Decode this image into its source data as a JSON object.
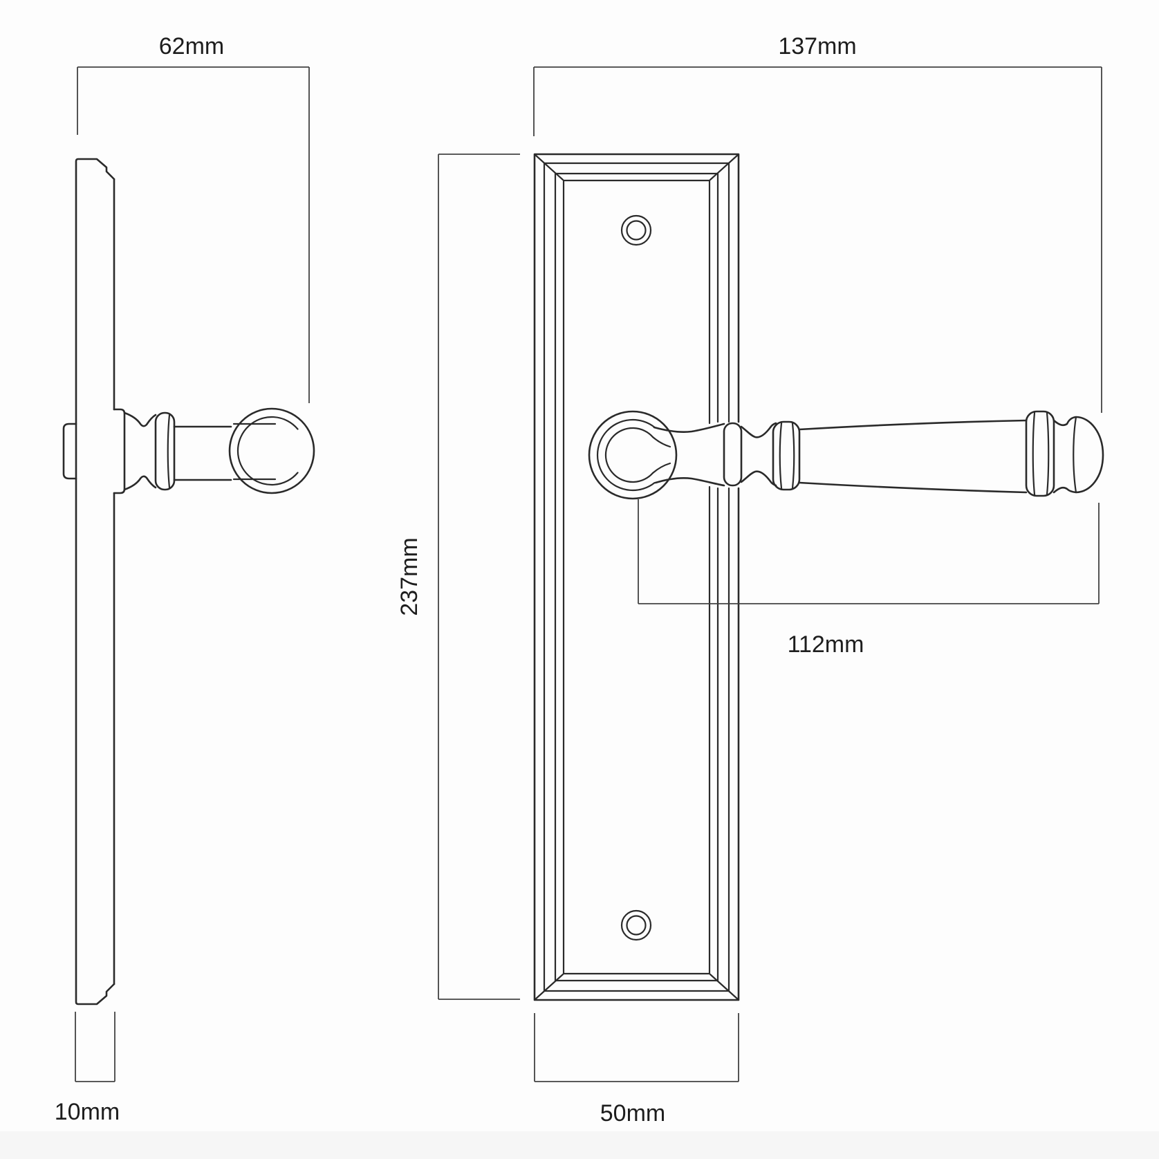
{
  "page": {
    "background_color": "#fdfdfd",
    "bottom_band_color": "#f6f6f6",
    "outline_color": "#2a2a2a",
    "dimension_line_color": "#424242",
    "label_color": "#1d1d1d"
  },
  "views": {
    "side": {
      "name": "side-profile-view"
    },
    "front": {
      "name": "front-elevation-view"
    }
  },
  "dimensions": {
    "projection": {
      "label": "62mm"
    },
    "overall_width": {
      "label": "137mm"
    },
    "plate_height": {
      "label": "237mm"
    },
    "lever_length": {
      "label": "112mm"
    },
    "plate_thickness": {
      "label": "10mm"
    },
    "plate_width": {
      "label": "50mm"
    }
  }
}
